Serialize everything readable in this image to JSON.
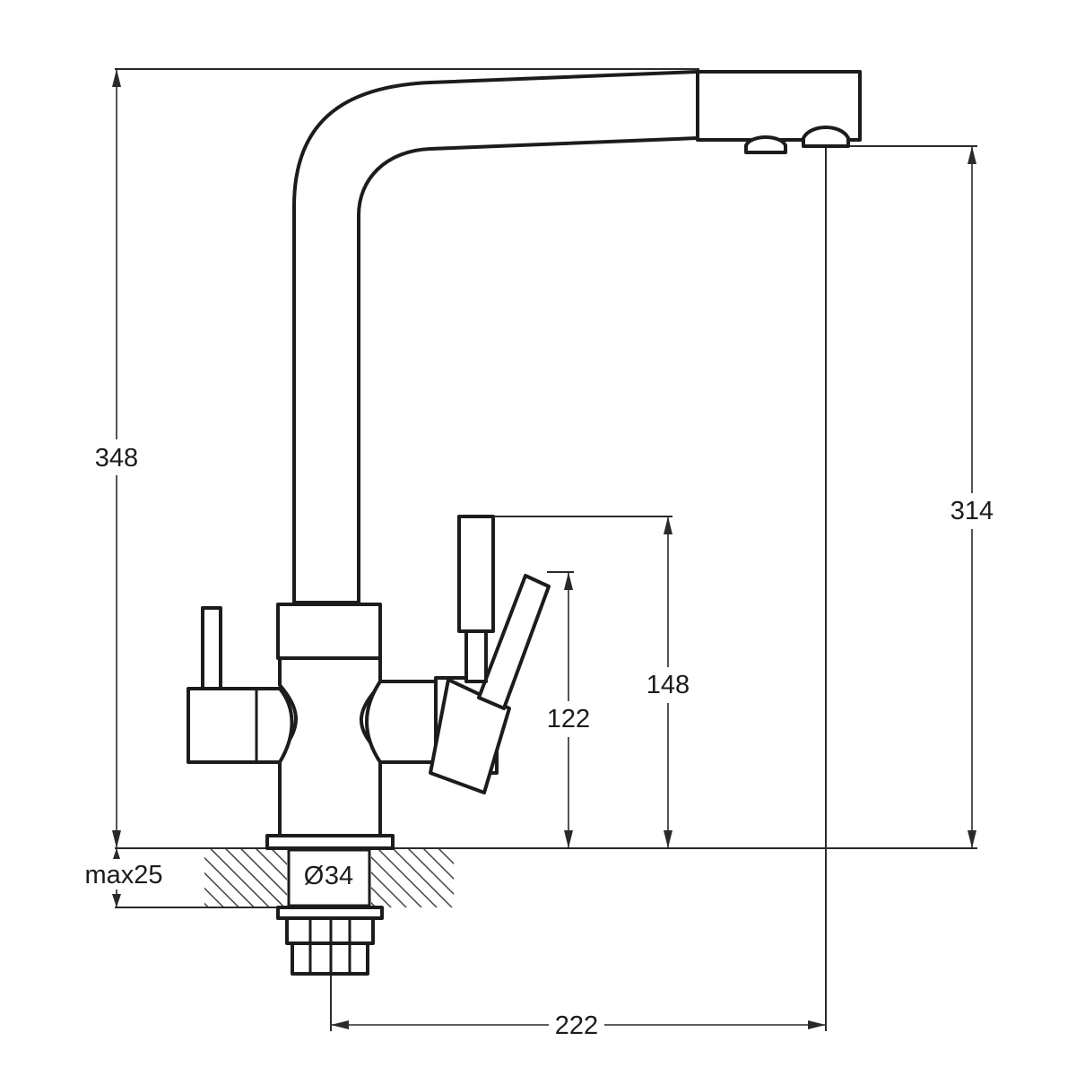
{
  "dimensions": {
    "total_height": "348",
    "spout_outlet_height": "314",
    "lever_top_height": "148",
    "lever_joint_height": "122",
    "spout_reach": "222",
    "mount_hole": "34",
    "max_countertop": "max25"
  },
  "symbols": {
    "diameter": "Ø"
  },
  "colors": {
    "line": "#1c1c1c",
    "background": "#ffffff",
    "hatch": "#444444"
  }
}
